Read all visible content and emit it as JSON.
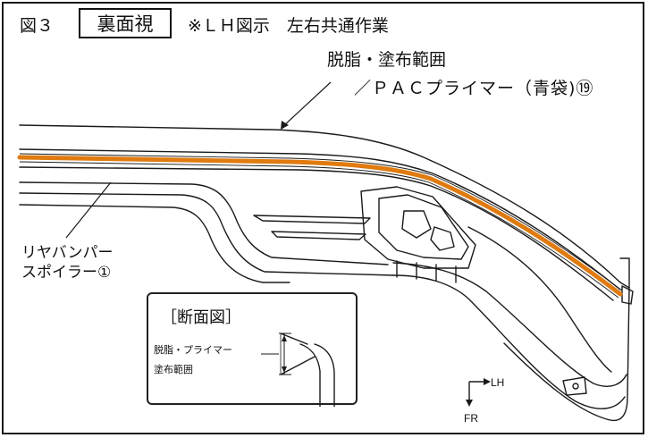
{
  "figure": {
    "label": "図３",
    "view": "裏面視",
    "note": "※ＬＨ図示　左右共通作業"
  },
  "callout": {
    "line1": "脱脂・塗布範囲",
    "line2": "／ＰＡＣプライマー（青袋)⑲"
  },
  "part": {
    "line1": "リヤバンパー",
    "line2": "スポイラー①"
  },
  "section_view": {
    "title": "［断面図］",
    "label_line1": "脱脂・プライマー",
    "label_line2": "塗布範囲"
  },
  "direction": {
    "lh": "LH",
    "fr": "FR"
  },
  "colors": {
    "primer_band": "#e07b10",
    "line": "#1a1a1a"
  }
}
